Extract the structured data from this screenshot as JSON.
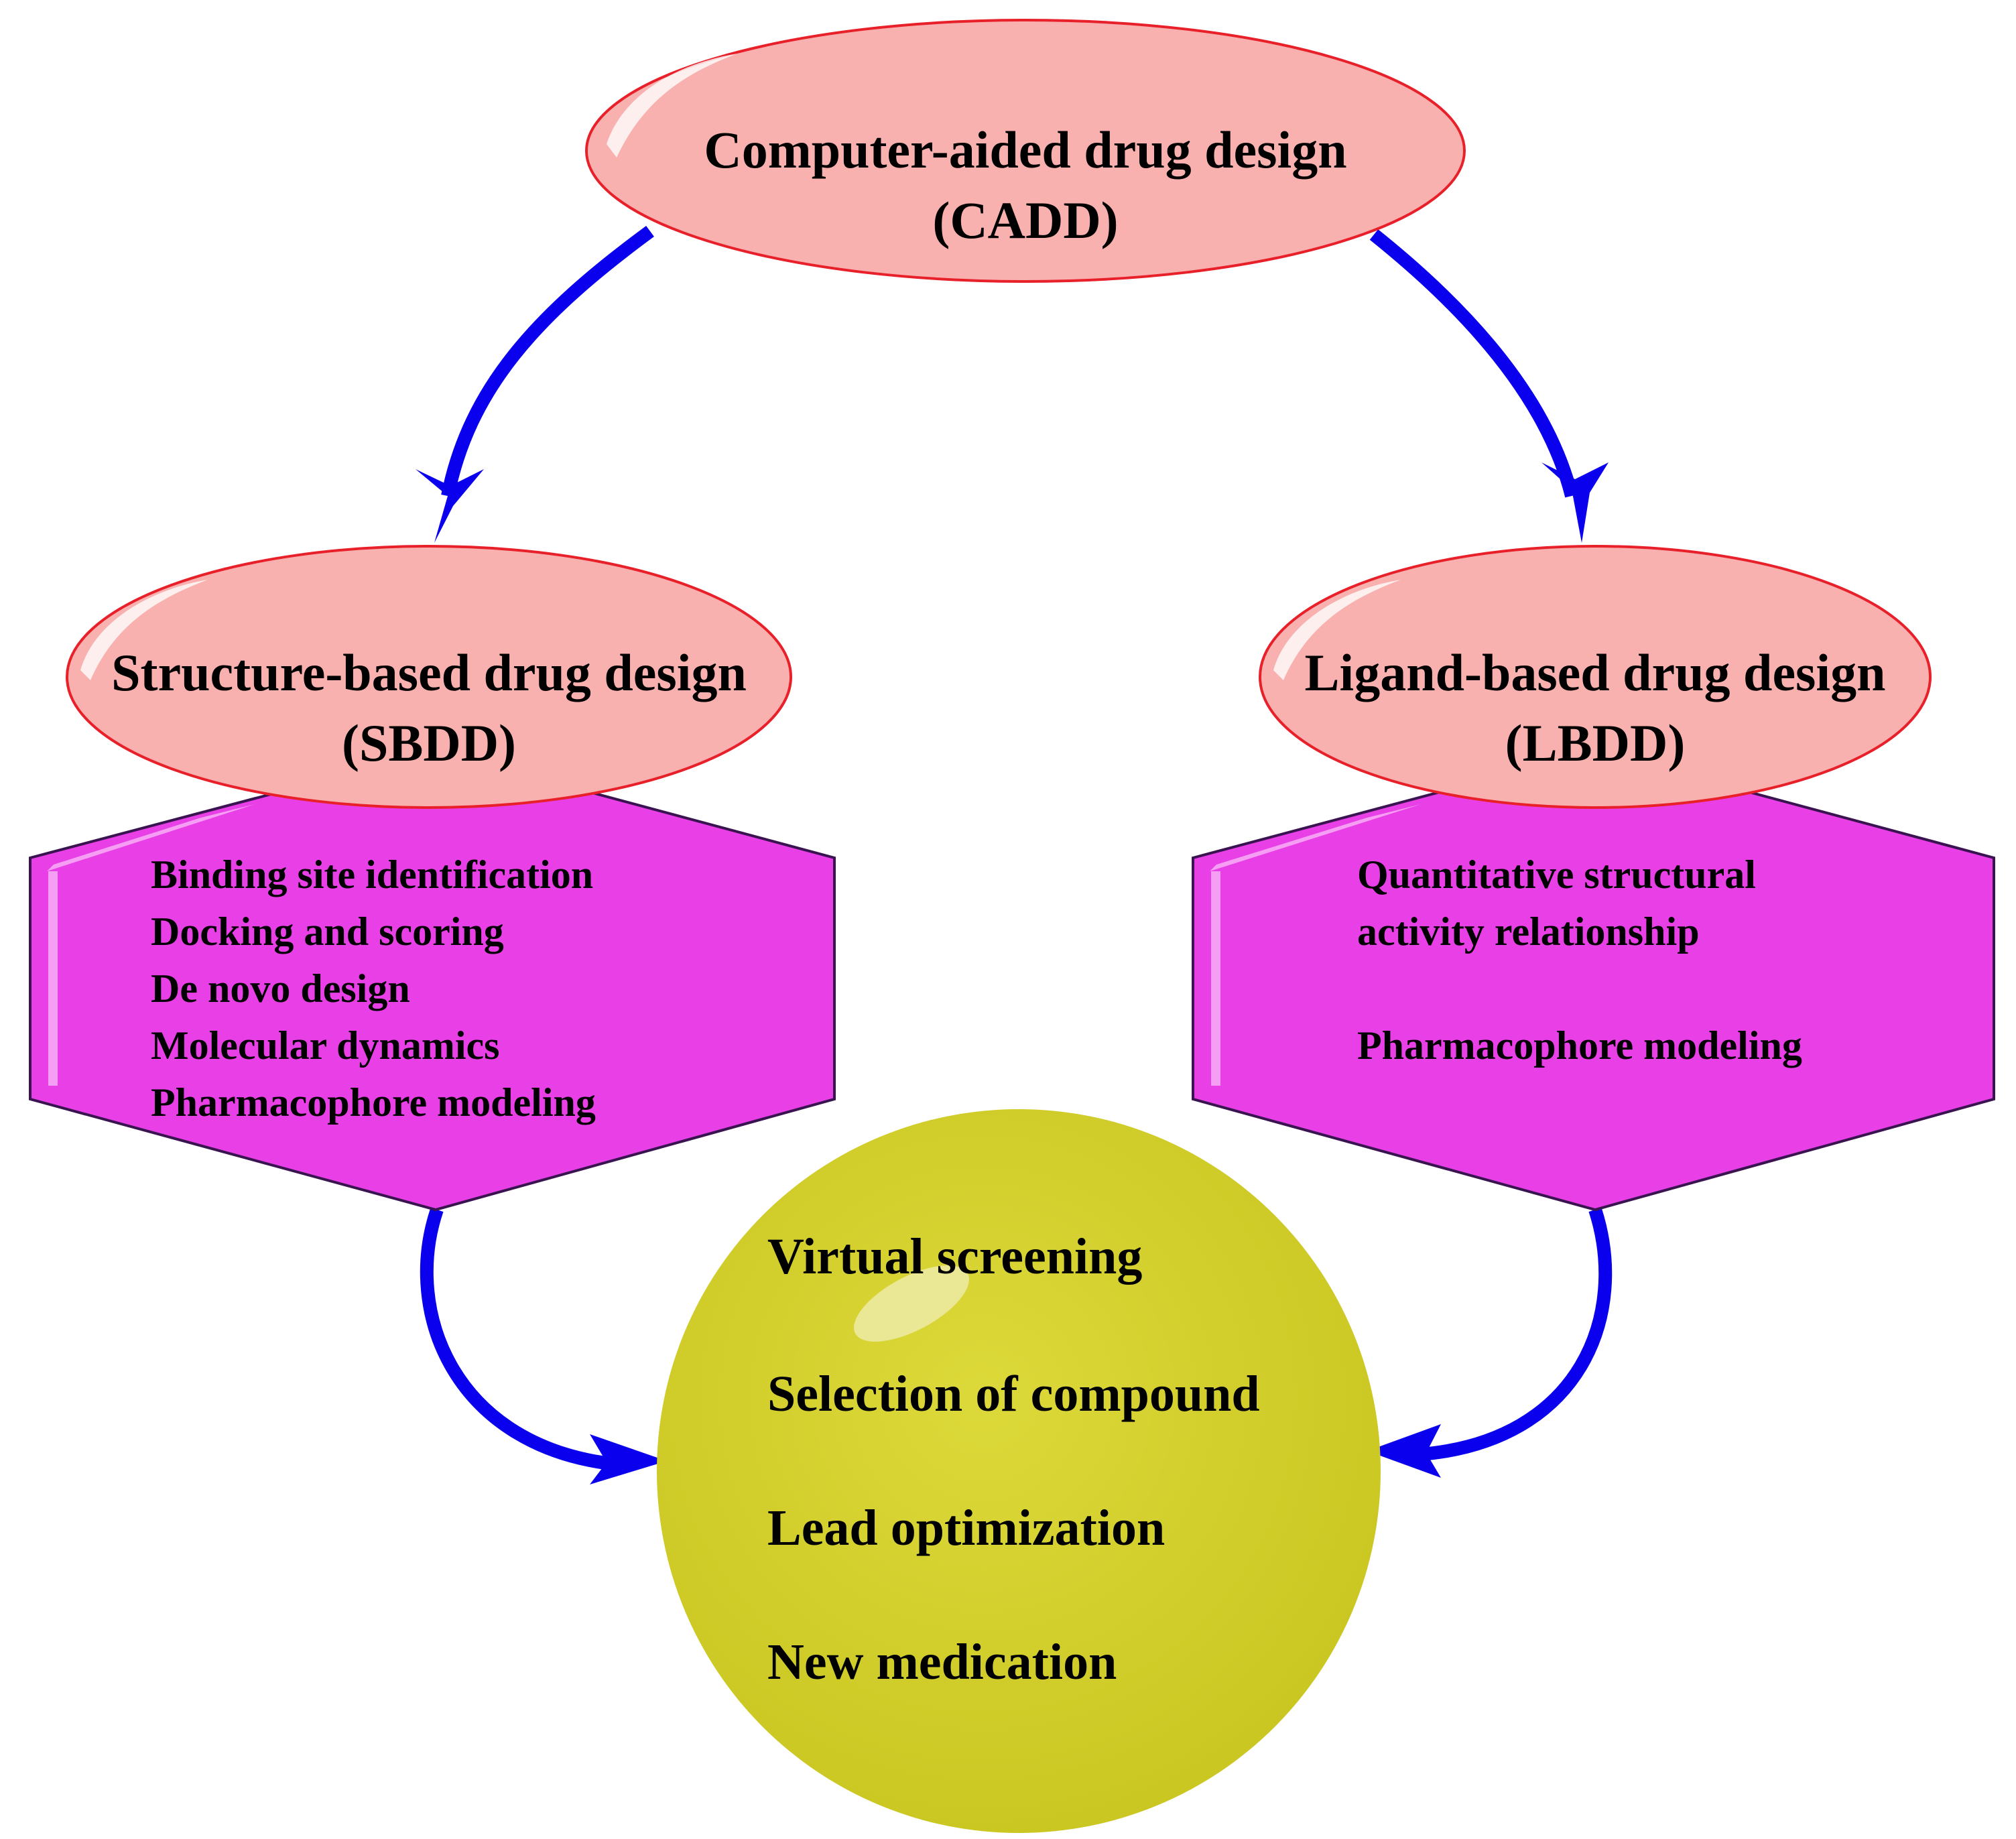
{
  "colors": {
    "ellipse_fill": "#f9b1b0",
    "ellipse_stroke": "#e8202a",
    "hexagon_fill": "#e840e6",
    "hexagon_stroke": "#3a1450",
    "circle_fill": "#d4d12a",
    "arrow": "#0a00ee",
    "text": "#000000"
  },
  "cadd": {
    "line1": "Computer-aided drug design",
    "line2": "(CADD)"
  },
  "sbdd": {
    "line1": "Structure-based drug design",
    "line2": "(SBDD)",
    "methods": [
      "Binding site identification",
      "Docking and scoring",
      "De novo design",
      "Molecular dynamics",
      "Pharmacophore modeling"
    ]
  },
  "lbdd": {
    "line1": "Ligand-based drug design",
    "line2": "(LBDD)",
    "methods": [
      "Quantitative structural",
      "activity relationship",
      "Pharmacophore modeling"
    ]
  },
  "outcome": {
    "steps": [
      "Virtual screening",
      "Selection of compound",
      "Lead optimization",
      "New medication"
    ]
  }
}
